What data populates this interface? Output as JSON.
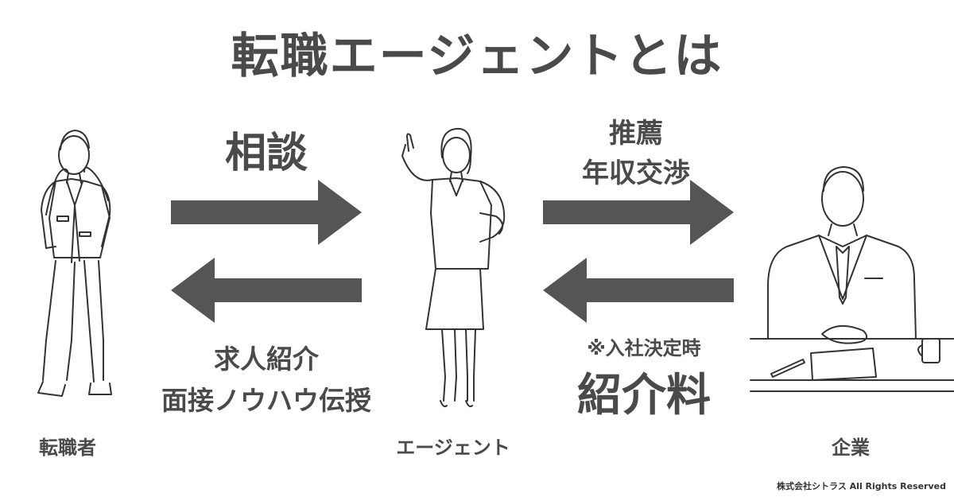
{
  "title": "転職エージェントとは",
  "flow_top_left": {
    "label": "相談"
  },
  "flow_top_right": {
    "lines": [
      "推薦",
      "年収交渉"
    ]
  },
  "flow_bottom_left": {
    "lines": [
      "求人紹介",
      "面接ノウハウ伝授"
    ]
  },
  "flow_bottom_right": {
    "note": "※入社決定時",
    "label": "紹介料"
  },
  "actors": {
    "job_seeker": "転職者",
    "agent": "エージェント",
    "company": "企業"
  },
  "copyright": "株式会社シトラス All Rights Reserved",
  "colors": {
    "arrow": "#555555",
    "text": "#4a4a4a",
    "line": "#333333"
  }
}
